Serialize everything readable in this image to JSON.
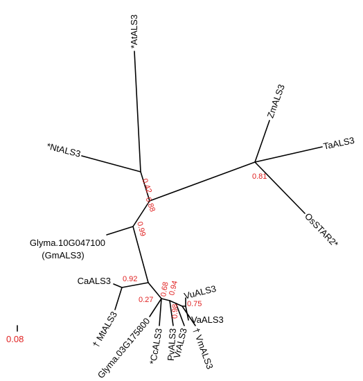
{
  "chart_data": {
    "type": "diagram",
    "leaves": {
      "at": "*AtALS3",
      "zm": "ZmALS3",
      "ta": "TaALS3",
      "os": "OsSTAR2*",
      "nt": "*NtALS3",
      "gm1": "Glyma.10G047100",
      "gm1b": "(GmALS3)",
      "ca": "CaALS3",
      "mt": "† MtALS3",
      "gm2": "Glyma.03G175800",
      "cc": "*CcALS3",
      "pv": "PvALS3",
      "vr": "VrALS3",
      "vm": "† VmALS3",
      "va": "VaALS3",
      "vu": "VuALS3"
    },
    "support": {
      "n042": "0.42",
      "n088": "0.88",
      "n081": "0.81",
      "n099": "0.99",
      "n092": "0.92",
      "n027": "0.27",
      "n068": "0.68",
      "n094": "0.94",
      "n098": "0.98",
      "n075": "0.75"
    },
    "scale_bar": "0.08"
  }
}
